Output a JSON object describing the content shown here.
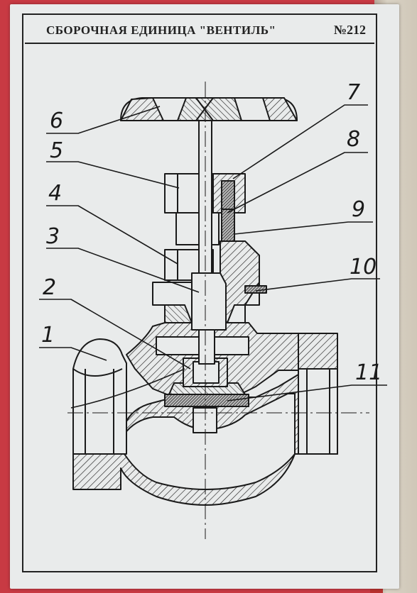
{
  "title": {
    "text": "СБОРОЧНАЯ ЕДИНИЦА \"ВЕНТИЛЬ\"",
    "number": "№212"
  },
  "callouts": [
    {
      "id": "1",
      "label": "1"
    },
    {
      "id": "2",
      "label": "2"
    },
    {
      "id": "3",
      "label": "3"
    },
    {
      "id": "4",
      "label": "4"
    },
    {
      "id": "5",
      "label": "5"
    },
    {
      "id": "6",
      "label": "6"
    },
    {
      "id": "7",
      "label": "7"
    },
    {
      "id": "8",
      "label": "8"
    },
    {
      "id": "9",
      "label": "9"
    },
    {
      "id": "10",
      "label": "10"
    },
    {
      "id": "11",
      "label": "11"
    }
  ]
}
